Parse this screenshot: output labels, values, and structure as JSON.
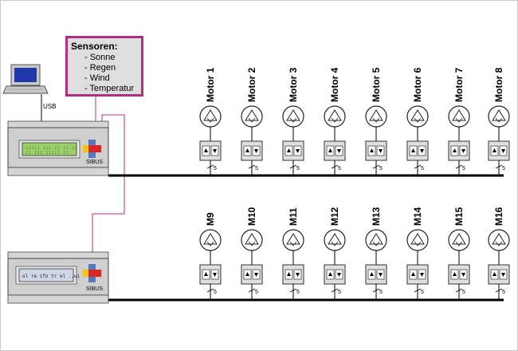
{
  "sensors": {
    "title": "Sensoren:",
    "items": [
      "- Sonne",
      "- Regen",
      "- Wind",
      "- Temperatur"
    ]
  },
  "usb_label": "USB",
  "controllers": [
    {
      "lcd_text": "",
      "brand": "SIBUS"
    },
    {
      "lcd_text": "ol re ifo tr el ..wi",
      "brand": "SIBUS"
    }
  ],
  "wire_count_label": "5",
  "motor_rows": [
    {
      "motors": [
        "Motor 1",
        "Motor 2",
        "Motor 3",
        "Motor 4",
        "Motor 5",
        "Motor 6",
        "Motor 7",
        "Motor 8"
      ]
    },
    {
      "motors": [
        "M9",
        "M10",
        "M11",
        "M12",
        "M13",
        "M14",
        "M15",
        "M16"
      ]
    }
  ],
  "colors": {
    "sensor_border": "#b0307f",
    "sensor_fill": "#dedede",
    "signal_line": "#b0307f",
    "bus_line": "#000000",
    "button_red": "#d8262d",
    "button_yellow": "#f2c31b",
    "button_blue": "#4f7bc4",
    "lcd_green": "#9bcf6a"
  }
}
